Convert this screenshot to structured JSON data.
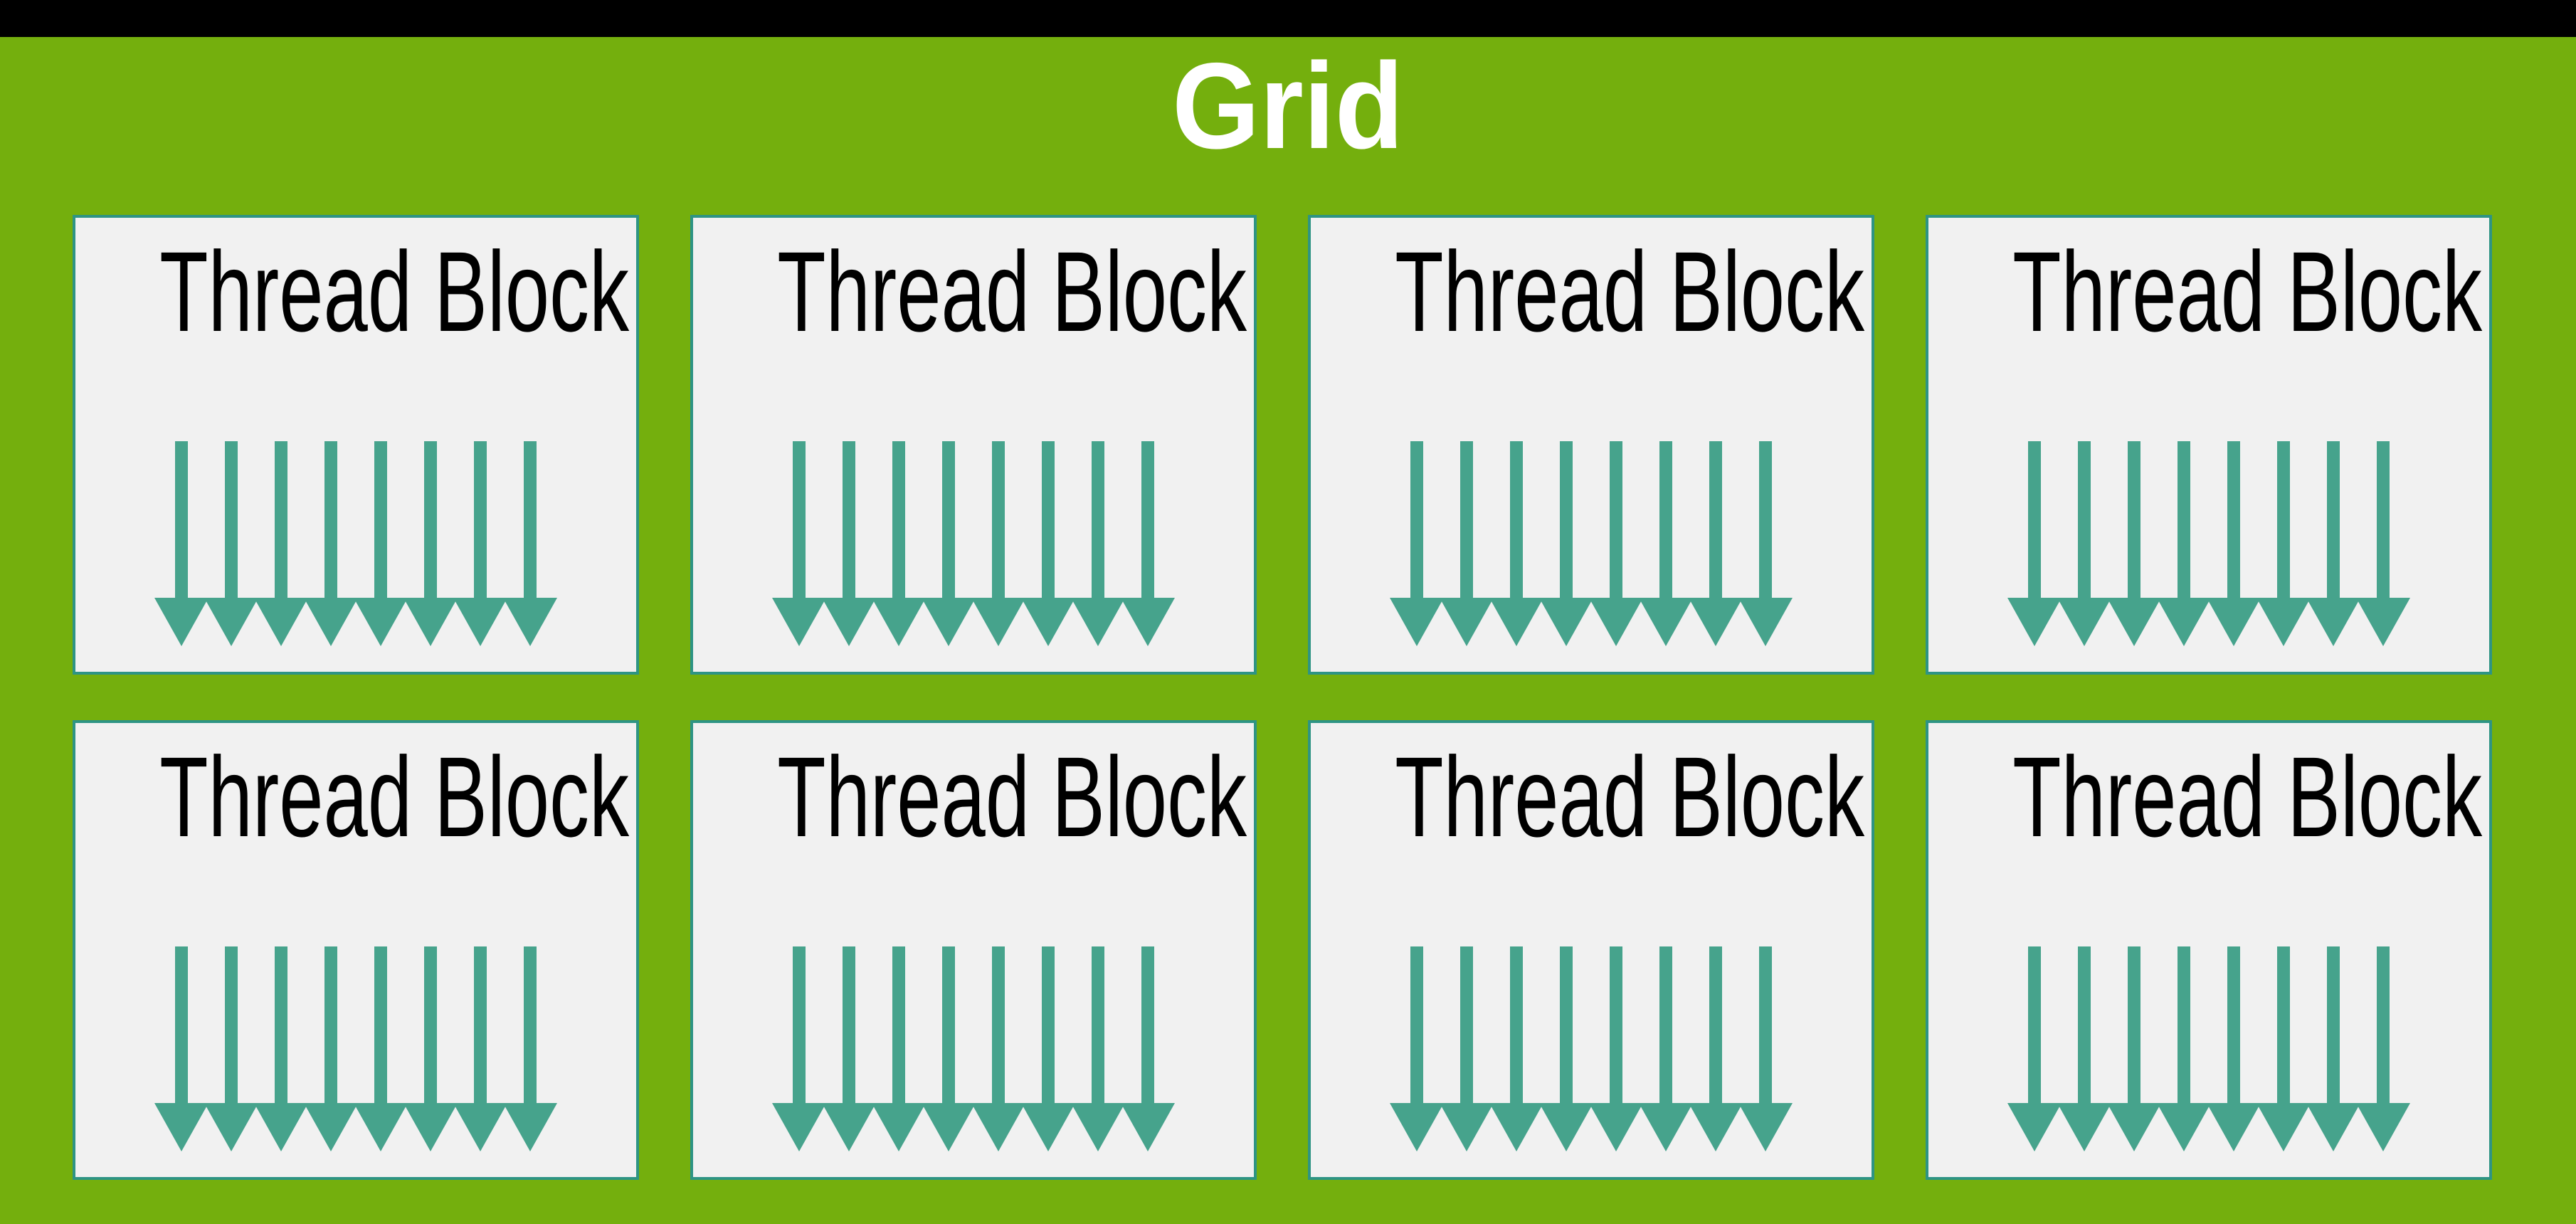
{
  "title": "Grid",
  "colors": {
    "background": "#74AF0D",
    "top_bar": "#000000",
    "card_fill": "#F1F1F1",
    "card_border": "#2E9484",
    "arrow": "#46A38C",
    "title_text": "#FFFFFF",
    "label_text": "#000000"
  },
  "grid": {
    "rows": 2,
    "columns": 4,
    "arrows_per_block": 8
  },
  "icons": {
    "thread_arrow": "down-arrow-icon"
  },
  "blocks": [
    {
      "label": "Thread Block"
    },
    {
      "label": "Thread Block"
    },
    {
      "label": "Thread Block"
    },
    {
      "label": "Thread Block"
    },
    {
      "label": "Thread Block"
    },
    {
      "label": "Thread Block"
    },
    {
      "label": "Thread Block"
    },
    {
      "label": "Thread Block"
    }
  ]
}
